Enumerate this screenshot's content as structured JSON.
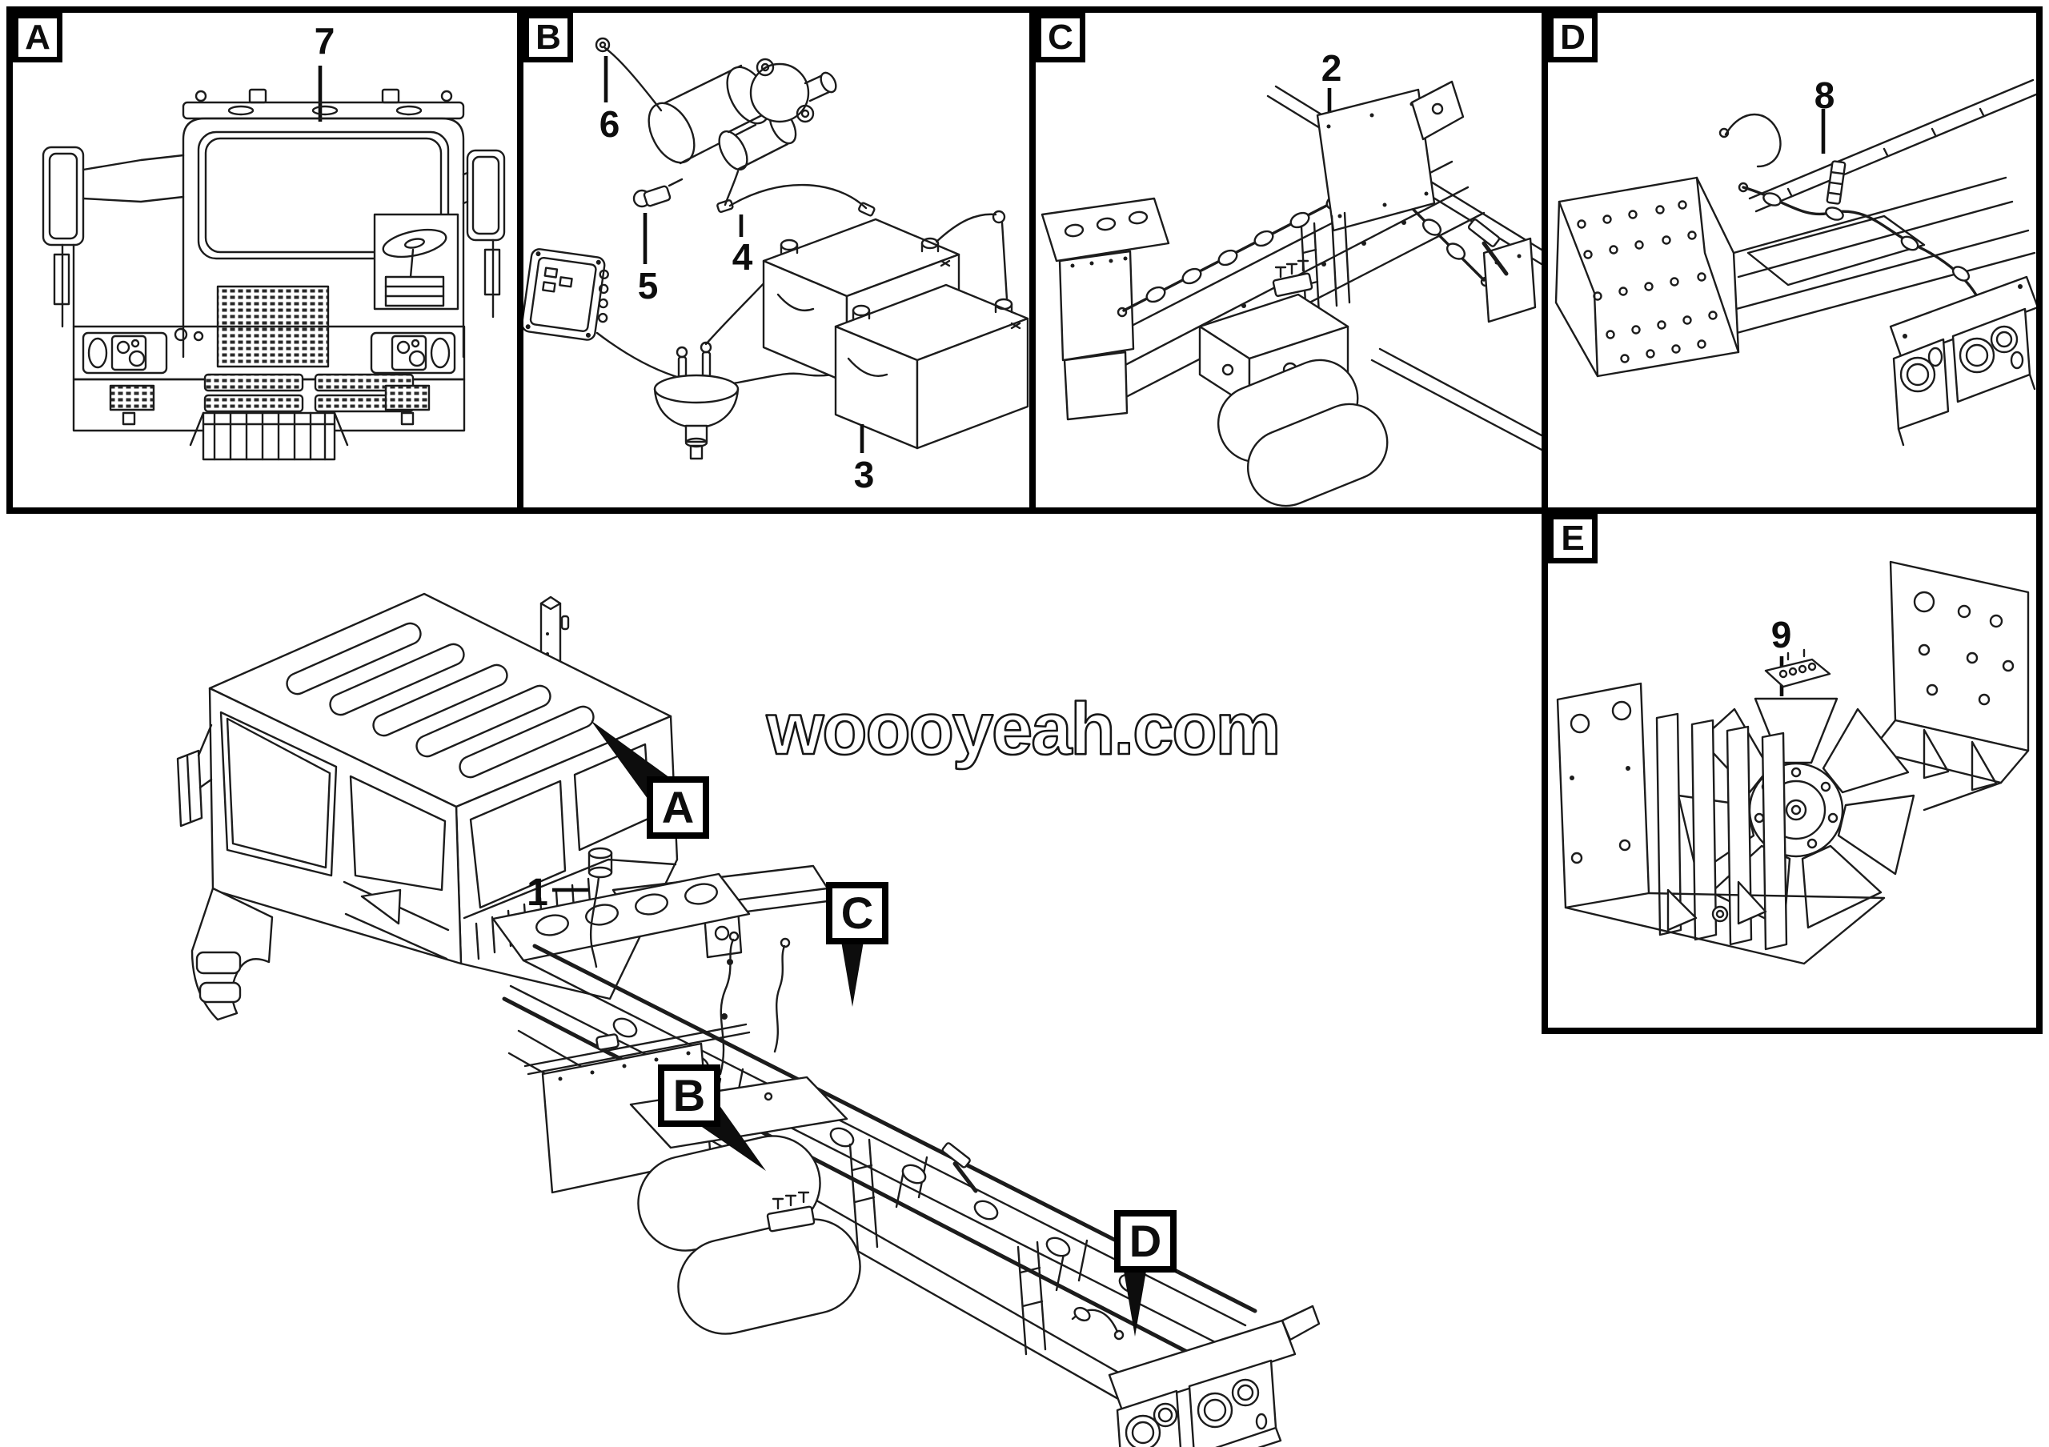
{
  "watermark": {
    "text": "woooyeah.com"
  },
  "panels": {
    "a": {
      "label": "A"
    },
    "b": {
      "label": "B"
    },
    "c": {
      "label": "C"
    },
    "d": {
      "label": "D"
    },
    "e": {
      "label": "E"
    }
  },
  "callouts": {
    "c1": "1",
    "c2": "2",
    "c3": "3",
    "c4": "4",
    "c5": "5",
    "c6": "6",
    "c7": "7",
    "c8": "8",
    "c9": "9"
  },
  "main_labels": {
    "a": "A",
    "b": "B",
    "c": "C",
    "d": "D"
  },
  "colors": {
    "line": "#1c1c1c",
    "border": "#000000",
    "background": "#ffffff"
  }
}
